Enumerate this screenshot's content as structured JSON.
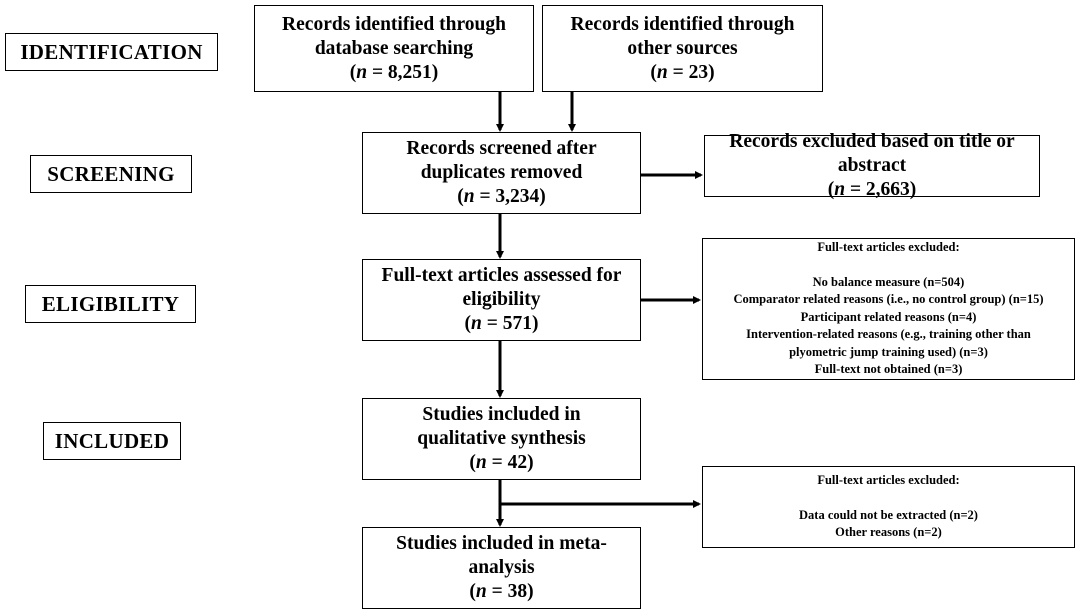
{
  "stages": {
    "identification": "IDENTIFICATION",
    "screening": "SCREENING",
    "eligibility": "ELIGIBILITY",
    "included": "INCLUDED"
  },
  "boxes": {
    "db_search": {
      "line1": "Records identified through",
      "line2": "database searching",
      "n_label": "n",
      "n_value": " = 8,251)"
    },
    "other_sources": {
      "line1": "Records identified through",
      "line2": "other sources",
      "n_label": "n",
      "n_value": " = 23)"
    },
    "screened": {
      "line1": "Records screened after",
      "line2": "duplicates removed",
      "n_label": "n",
      "n_value": " = 3,234)"
    },
    "excluded_title": {
      "line1": "Records excluded based on title or",
      "line2": "abstract",
      "n_label": "n",
      "n_value": " = 2,663)"
    },
    "fulltext": {
      "line1": "Full-text articles assessed for",
      "line2": "eligibility",
      "n_label": "n",
      "n_value": " = 571)"
    },
    "fulltext_excluded": {
      "heading": "Full-text articles excluded:",
      "items": [
        "No balance measure (n=504)",
        "Comparator related reasons (i.e., no control group) (n=15)",
        "Participant related reasons (n=4)",
        "Intervention-related reasons (e.g., training other than",
        "plyometric jump training used) (n=3)",
        "Full-text not obtained (n=3)"
      ]
    },
    "qualitative": {
      "line1": "Studies included in",
      "line2": "qualitative synthesis",
      "n_label": "n",
      "n_value": " = 42)"
    },
    "meta_excluded": {
      "heading": "Full-text articles excluded:",
      "items": [
        "Data could not be extracted (n=2)",
        "Other reasons (n=2)"
      ]
    },
    "meta": {
      "line1": "Studies included in meta-",
      "line2": "analysis",
      "n_label": "n",
      "n_value": " = 38)"
    }
  }
}
